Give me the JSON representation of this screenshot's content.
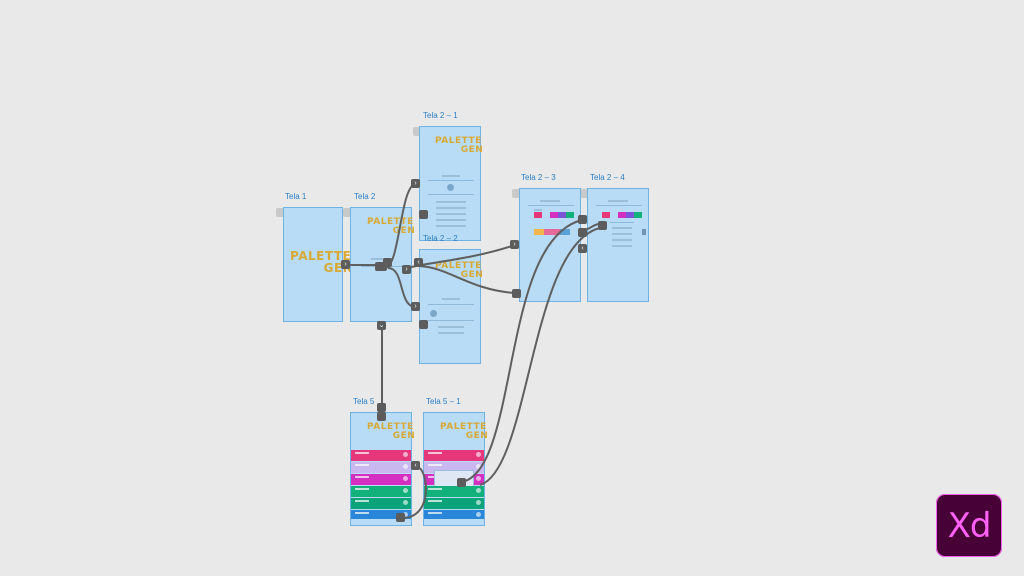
{
  "artboards": {
    "tela1": "Tela 1",
    "tela2": "Tela 2",
    "tela2_1": "Tela 2 – 1",
    "tela2_2": "Tela 2 – 2",
    "tela2_3": "Tela 2 – 3",
    "tela2_4": "Tela 2 – 4",
    "tela5": "Tela 5",
    "tela5_1": "Tela 5 – 1"
  },
  "logo": {
    "line1": "PALETTE",
    "line2": "GEN"
  },
  "brand": {
    "label": "Xd"
  },
  "colors": {
    "canvas": "#e9e9e9",
    "artboard": "#b8dcf5",
    "artboard_border": "#6fb2e6",
    "title": "#2a7fc7",
    "wire": "#5f5f5f",
    "logo": "#d8a935",
    "xd_bg": "#470137",
    "xd_fg": "#ff61f6"
  },
  "palette_colors": [
    "#e6377a",
    "#c9b8f0",
    "#d42fc0",
    "#12b07a",
    "#0aa37a",
    "#2a86d8"
  ]
}
